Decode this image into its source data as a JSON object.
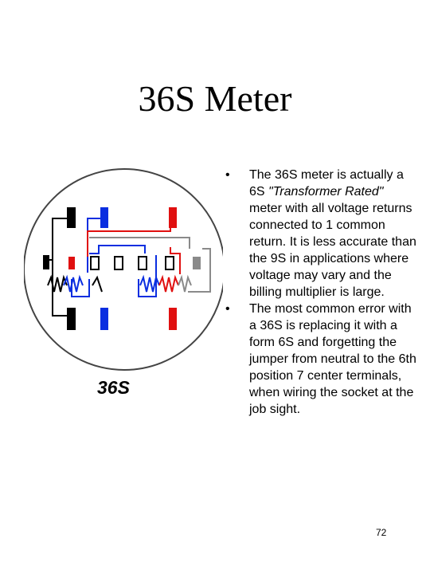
{
  "slide": {
    "title": "36S Meter",
    "page_number": "72"
  },
  "diagram": {
    "label": "36S",
    "colors": {
      "black": "#000000",
      "blue": "#0a2ee0",
      "red": "#e01010",
      "gray": "#8a8a8a"
    }
  },
  "bullets": [
    {
      "marker": "•",
      "text_before": "The 36S meter is actually a 6S ",
      "text_italic": "\"Transformer Rated\"",
      "text_after": " meter with all voltage returns connected to 1 common return.  It is less accurate than the 9S in applications where voltage may vary and the billing multiplier is large."
    },
    {
      "marker": "•",
      "text": "The most common error with a 36S is replacing it with a form 6S and forgetting the jumper from neutral to the 6th position 7 center terminals, when wiring the socket at the job sight."
    }
  ]
}
